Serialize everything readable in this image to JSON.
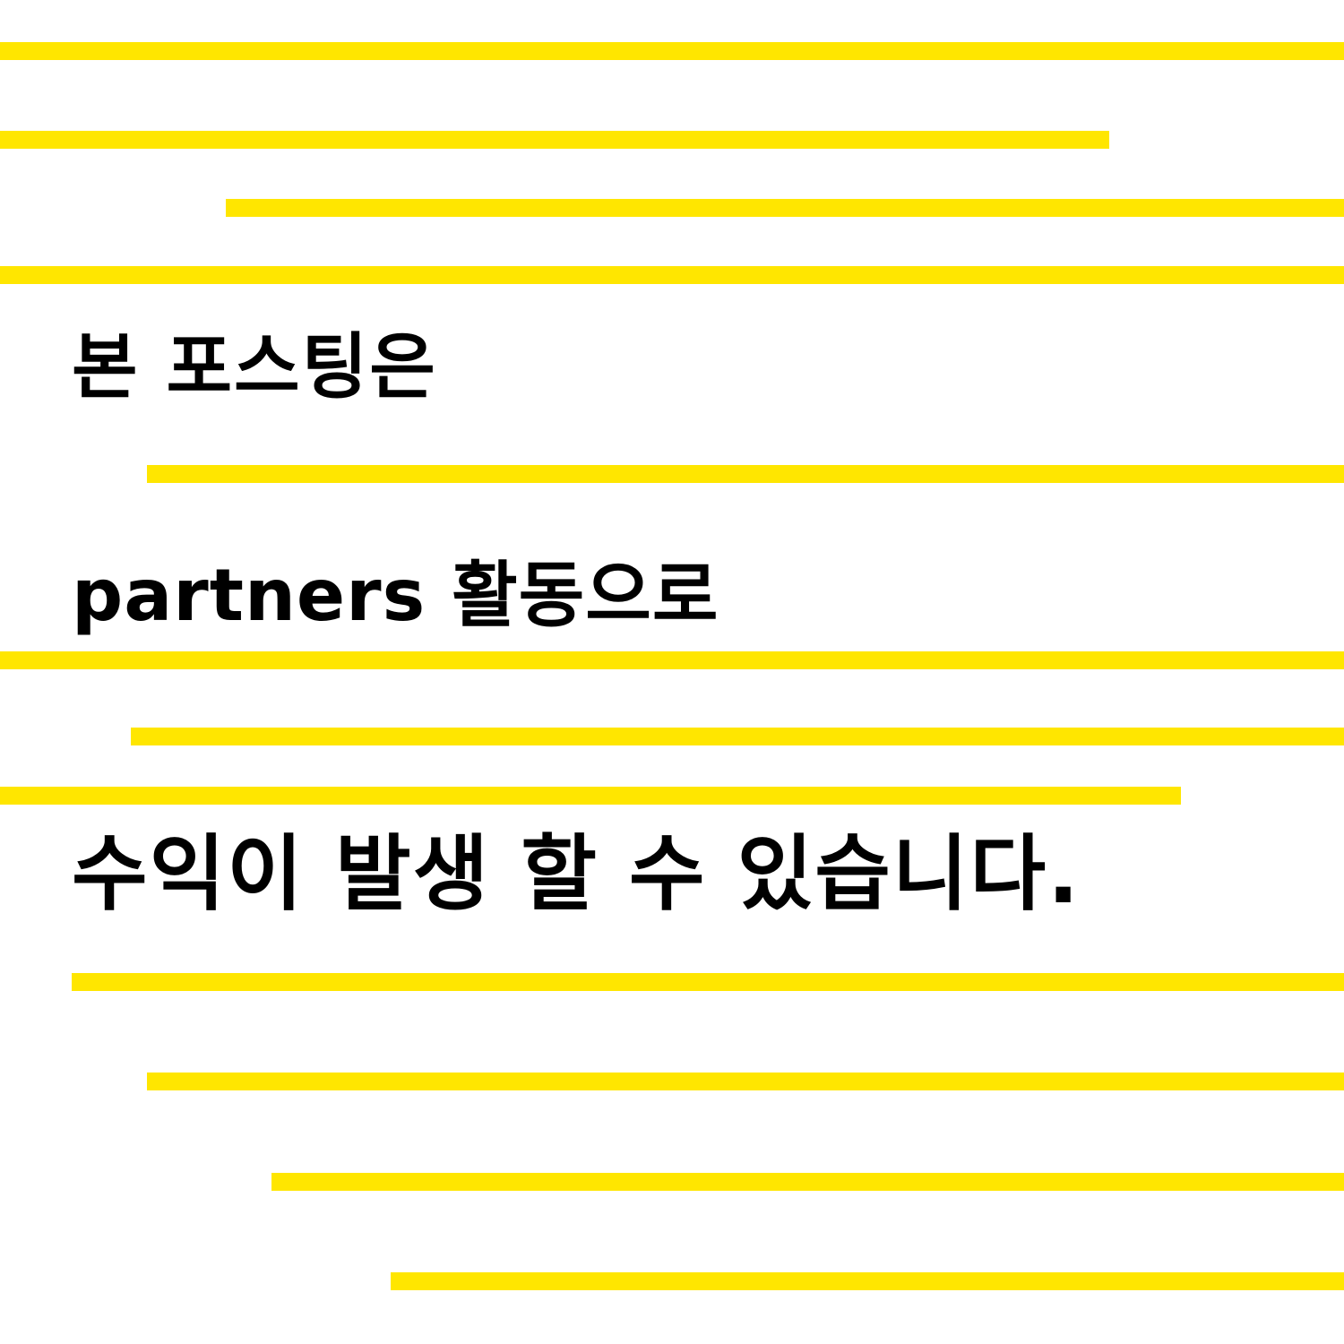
{
  "colors": {
    "background": "#FFFFFF",
    "stripe": "#FFE600",
    "text": "#000000"
  },
  "disclosure": {
    "line1": "본 포스팅은",
    "line2": "partners 활동으로",
    "line3": "수익이 발생 할 수 있습니다."
  }
}
